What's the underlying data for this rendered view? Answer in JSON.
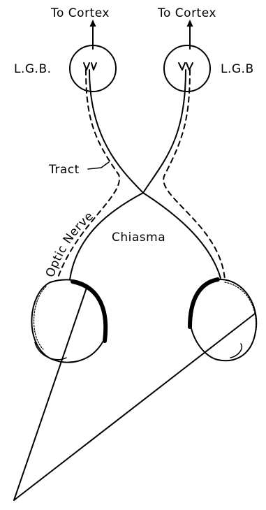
{
  "labels": {
    "to_cortex_left": "To Cortex",
    "to_cortex_right": "To Cortex",
    "lgb_left": "L.G.B.",
    "lgb_right": "L.G.B",
    "tract": "Tract",
    "optic_nerve": "Optic Nerve",
    "chiasma": "Chiasma"
  },
  "colors": {
    "ink": "#000000",
    "background": "#ffffff"
  }
}
